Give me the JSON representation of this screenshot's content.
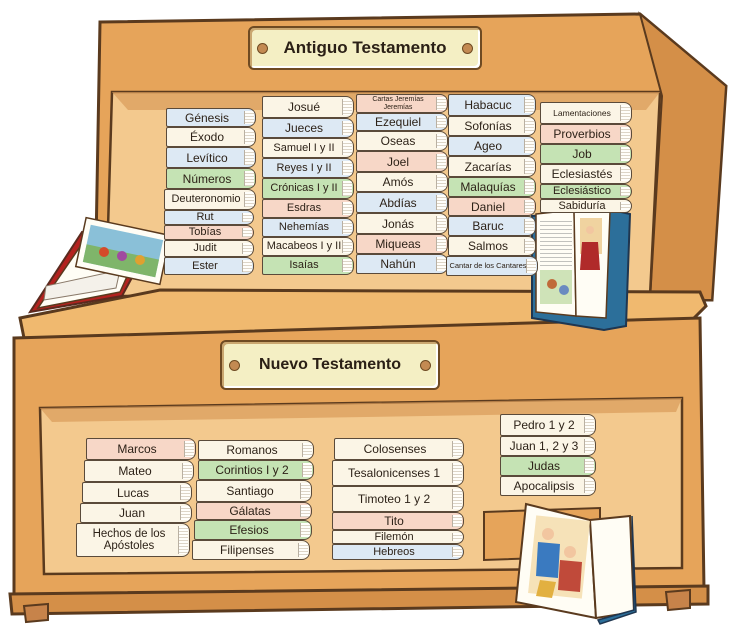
{
  "signs": {
    "old_testament": "Antiguo Testamento",
    "new_testament": "Nuevo Testamento"
  },
  "old_testament": {
    "stack1": [
      "Génesis",
      "Éxodo",
      "Levítico",
      "Números",
      "Deuteronomio",
      "Rut",
      "Tobías",
      "Judit",
      "Ester"
    ],
    "stack2": [
      "Josué",
      "Jueces",
      "Samuel I y II",
      "Reyes I y II",
      "Crónicas I y II",
      "Esdras",
      "Nehemías",
      "Macabeos I y II",
      "Isaías"
    ],
    "stack3": [
      "Cartas Jeremías Jeremías",
      "Ezequiel",
      "Oseas",
      "Joel",
      "Amós",
      "Abdías",
      "Jonás",
      "Miqueas",
      "Nahún"
    ],
    "stack4": [
      "Habacuc",
      "Sofonías",
      "Ageo",
      "Zacarías",
      "Malaquías",
      "Daniel",
      "Baruc",
      "Salmos",
      "Cantar de los Cantares"
    ],
    "stack5": [
      "Lamentaciones",
      "Proverbios",
      "Job",
      "Eclesiastés",
      "Eclesiástico",
      "Sabiduría"
    ]
  },
  "new_testament": {
    "stack1": [
      "Marcos",
      "Mateo",
      "Lucas",
      "Juan",
      "Hechos de los Apóstoles"
    ],
    "stack2": [
      "Romanos",
      "Corintios I y 2",
      "Santiago",
      "Gálatas",
      "Efesios",
      "Filipenses"
    ],
    "stack3": [
      "Colosenses",
      "Tesalonicenses 1",
      "Timoteo 1 y 2",
      "Tito",
      "Filemón",
      "Hebreos"
    ],
    "stack4": [
      "Pedro 1 y 2",
      "Juan 1, 2 y 3",
      "Judas",
      "Apocalipsis"
    ]
  },
  "colors": {
    "wood": "#e6a45a",
    "wood_dark": "#bf7a3c",
    "shelf_back": "#f3c98e",
    "outline": "#5a3a1e",
    "sign": "#f4efc4",
    "book_green": "#c5e3b4",
    "book_pink": "#f7d7c7",
    "book_blue": "#dde9f4",
    "book_cream": "#fbf5e6"
  }
}
